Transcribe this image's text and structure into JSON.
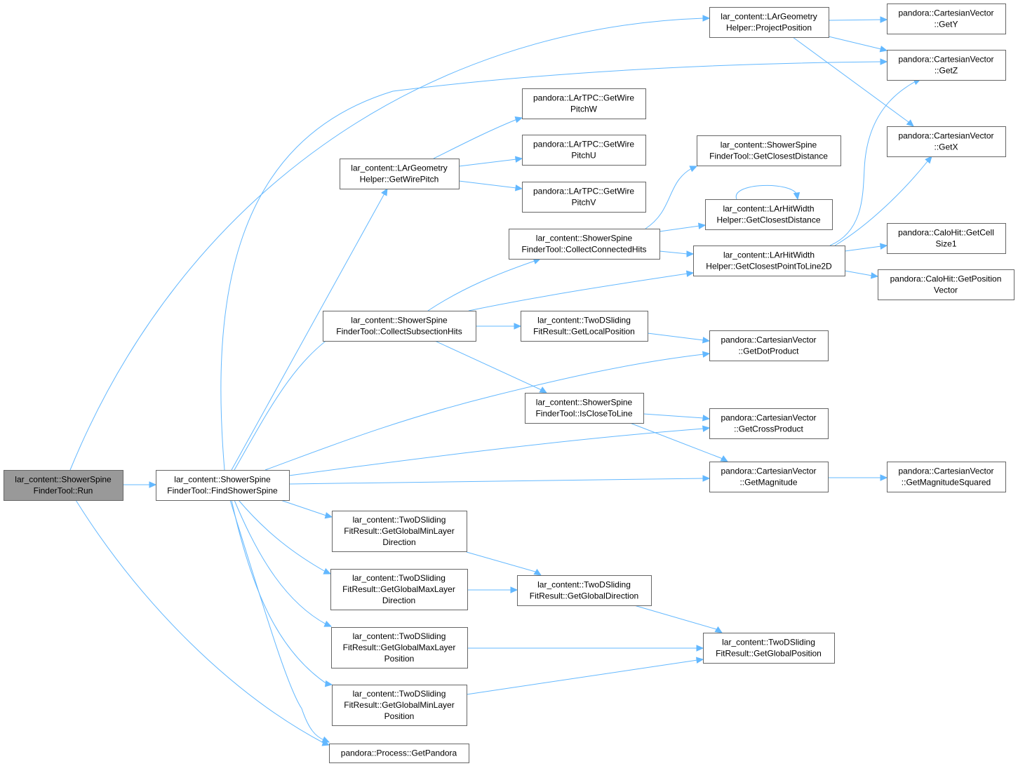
{
  "diagram": {
    "edge_color": "#63b8ff",
    "node_border_color": "#666666",
    "root_fill_color": "#999999",
    "nodes": [
      {
        "id": "run",
        "lines": [
          "lar_content::ShowerSpine",
          "FinderTool::Run"
        ],
        "root": true
      },
      {
        "id": "find",
        "lines": [
          "lar_content::ShowerSpine",
          "FinderTool::FindShowerSpine"
        ]
      },
      {
        "id": "projpos",
        "lines": [
          "lar_content::LArGeometry",
          "Helper::ProjectPosition"
        ]
      },
      {
        "id": "gety",
        "lines": [
          "pandora::CartesianVector",
          "::GetY"
        ]
      },
      {
        "id": "getz",
        "lines": [
          "pandora::CartesianVector",
          "::GetZ"
        ]
      },
      {
        "id": "getx",
        "lines": [
          "pandora::CartesianVector",
          "::GetX"
        ]
      },
      {
        "id": "pitchw",
        "lines": [
          "pandora::LArTPC::GetWire",
          "PitchW"
        ]
      },
      {
        "id": "pitchu",
        "lines": [
          "pandora::LArTPC::GetWire",
          "PitchU"
        ]
      },
      {
        "id": "pitchv",
        "lines": [
          "pandora::LArTPC::GetWire",
          "PitchV"
        ]
      },
      {
        "id": "getwirepitch",
        "lines": [
          "lar_content::LArGeometry",
          "Helper::GetWirePitch"
        ]
      },
      {
        "id": "ssclosest",
        "lines": [
          "lar_content::ShowerSpine",
          "FinderTool::GetClosestDistance"
        ]
      },
      {
        "id": "hwclosest",
        "lines": [
          "lar_content::LArHitWidth",
          "Helper::GetClosestDistance"
        ]
      },
      {
        "id": "collectconn",
        "lines": [
          "lar_content::ShowerSpine",
          "FinderTool::CollectConnectedHits"
        ]
      },
      {
        "id": "closestpt",
        "lines": [
          "lar_content::LArHitWidth",
          "Helper::GetClosestPointToLine2D"
        ]
      },
      {
        "id": "cellsize",
        "lines": [
          "pandora::CaloHit::GetCell",
          "Size1"
        ]
      },
      {
        "id": "posvec",
        "lines": [
          "pandora::CaloHit::GetPosition",
          "Vector"
        ]
      },
      {
        "id": "collectsub",
        "lines": [
          "lar_content::ShowerSpine",
          "FinderTool::CollectSubsectionHits"
        ]
      },
      {
        "id": "localpos",
        "lines": [
          "lar_content::TwoDSliding",
          "FitResult::GetLocalPosition"
        ]
      },
      {
        "id": "dot",
        "lines": [
          "pandora::CartesianVector",
          "::GetDotProduct"
        ]
      },
      {
        "id": "isclose",
        "lines": [
          "lar_content::ShowerSpine",
          "FinderTool::IsCloseToLine"
        ]
      },
      {
        "id": "cross",
        "lines": [
          "pandora::CartesianVector",
          "::GetCrossProduct"
        ]
      },
      {
        "id": "mag",
        "lines": [
          "pandora::CartesianVector",
          "::GetMagnitude"
        ]
      },
      {
        "id": "magsq",
        "lines": [
          "pandora::CartesianVector",
          "::GetMagnitudeSquared"
        ]
      },
      {
        "id": "minlayerdir",
        "lines": [
          "lar_content::TwoDSliding",
          "FitResult::GetGlobalMinLayer",
          "Direction"
        ]
      },
      {
        "id": "maxlayerdir",
        "lines": [
          "lar_content::TwoDSliding",
          "FitResult::GetGlobalMaxLayer",
          "Direction"
        ]
      },
      {
        "id": "globaldir",
        "lines": [
          "lar_content::TwoDSliding",
          "FitResult::GetGlobalDirection"
        ]
      },
      {
        "id": "maxlayerpos",
        "lines": [
          "lar_content::TwoDSliding",
          "FitResult::GetGlobalMaxLayer",
          "Position"
        ]
      },
      {
        "id": "globalpos",
        "lines": [
          "lar_content::TwoDSliding",
          "FitResult::GetGlobalPosition"
        ]
      },
      {
        "id": "minlayerpos",
        "lines": [
          "lar_content::TwoDSliding",
          "FitResult::GetGlobalMinLayer",
          "Position"
        ]
      },
      {
        "id": "getpandora",
        "lines": [
          "pandora::Process::GetPandora"
        ]
      }
    ],
    "edges": [
      {
        "from": "run",
        "to": "find"
      },
      {
        "from": "run",
        "to": "projpos"
      },
      {
        "from": "run",
        "to": "getpandora"
      },
      {
        "from": "projpos",
        "to": "gety"
      },
      {
        "from": "projpos",
        "to": "getz"
      },
      {
        "from": "projpos",
        "to": "getx"
      },
      {
        "from": "find",
        "to": "getz"
      },
      {
        "from": "find",
        "to": "getwirepitch"
      },
      {
        "from": "find",
        "to": "collectsub"
      },
      {
        "from": "find",
        "to": "dot"
      },
      {
        "from": "find",
        "to": "cross"
      },
      {
        "from": "find",
        "to": "mag"
      },
      {
        "from": "find",
        "to": "minlayerdir"
      },
      {
        "from": "find",
        "to": "maxlayerdir"
      },
      {
        "from": "find",
        "to": "maxlayerpos"
      },
      {
        "from": "find",
        "to": "minlayerpos"
      },
      {
        "from": "find",
        "to": "getpandora"
      },
      {
        "from": "getwirepitch",
        "to": "pitchw"
      },
      {
        "from": "getwirepitch",
        "to": "pitchu"
      },
      {
        "from": "getwirepitch",
        "to": "pitchv"
      },
      {
        "from": "collectconn",
        "to": "ssclosest"
      },
      {
        "from": "collectconn",
        "to": "hwclosest"
      },
      {
        "from": "collectconn",
        "to": "closestpt"
      },
      {
        "from": "hwclosest",
        "to": "hwclosest"
      },
      {
        "from": "closestpt",
        "to": "getz"
      },
      {
        "from": "closestpt",
        "to": "getx"
      },
      {
        "from": "closestpt",
        "to": "cellsize"
      },
      {
        "from": "closestpt",
        "to": "posvec"
      },
      {
        "from": "collectsub",
        "to": "collectconn"
      },
      {
        "from": "collectsub",
        "to": "closestpt"
      },
      {
        "from": "collectsub",
        "to": "localpos"
      },
      {
        "from": "collectsub",
        "to": "isclose"
      },
      {
        "from": "localpos",
        "to": "dot"
      },
      {
        "from": "isclose",
        "to": "cross"
      },
      {
        "from": "isclose",
        "to": "mag"
      },
      {
        "from": "mag",
        "to": "magsq"
      },
      {
        "from": "minlayerdir",
        "to": "globaldir"
      },
      {
        "from": "maxlayerdir",
        "to": "globaldir"
      },
      {
        "from": "globaldir",
        "to": "globalpos"
      },
      {
        "from": "maxlayerpos",
        "to": "globalpos"
      },
      {
        "from": "minlayerpos",
        "to": "globalpos"
      }
    ]
  }
}
